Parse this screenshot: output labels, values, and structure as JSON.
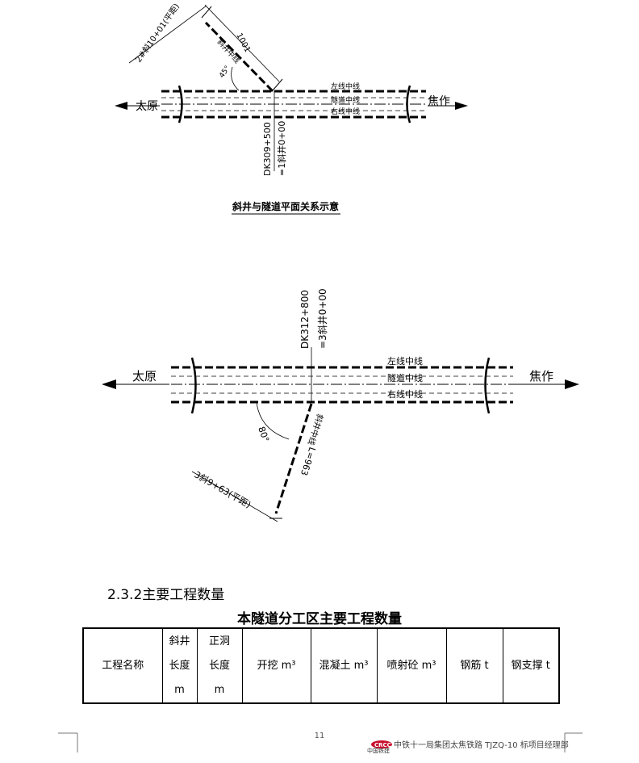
{
  "diagram1": {
    "shaft_label": "2#斜10+01(平距)",
    "length_label": "1001",
    "shaft_axis_label": "斜井中线",
    "angle_label": "45°",
    "left_city": "太原",
    "right_city": "焦作",
    "line_left": "左线中线",
    "line_tunnel": "隧道中线",
    "line_right": "右线中线",
    "chainage": "DK309+500",
    "chainage2": "=1斜井0+00",
    "caption": "斜井与隧道平面关系示意"
  },
  "diagram2": {
    "chainage": "DK312+800",
    "chainage2": "=3斜井0+00",
    "left_city": "太原",
    "right_city": "焦作",
    "line_left": "左线中线",
    "line_tunnel": "隧道中线",
    "line_right": "右线中线",
    "angle_label": "80°",
    "shaft_axis_label": "斜井中线",
    "length_label": "L=963",
    "shaft_label": "3斜9+63(平距)"
  },
  "section_heading": "2.3.2主要工程数量",
  "table": {
    "title": "本隧道分工区主要工程数量",
    "headers": {
      "name": "工程名称",
      "incline": [
        "斜井",
        "长度",
        "m"
      ],
      "main": [
        "正洞",
        "长度",
        "m"
      ],
      "excavation": "开挖 m³",
      "concrete": "混凝土 m³",
      "shotcrete": "喷射砼 m³",
      "rebar": "钢筋 t",
      "steel_support": "钢支撑 t"
    }
  },
  "footer": {
    "page_number": "11",
    "organization": "中铁十一局集团太焦铁路 TJZQ-10 标项目经理部",
    "logo_text": "中国铁建"
  }
}
